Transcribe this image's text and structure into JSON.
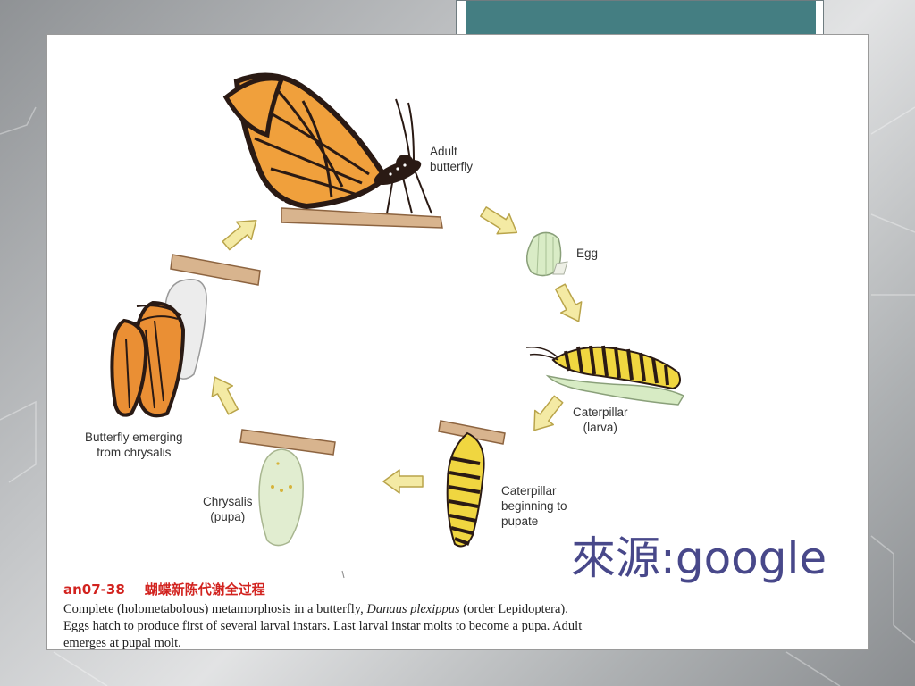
{
  "labels": {
    "adult": [
      "Adult",
      "butterfly"
    ],
    "egg": "Egg",
    "caterpillar": [
      "Caterpillar",
      "(larva)"
    ],
    "pupate": [
      "Caterpillar",
      "beginning to",
      "pupate"
    ],
    "chrysalis": [
      "Chrysalis",
      "(pupa)"
    ],
    "emerging": [
      "Butterfly emerging",
      "from chrysalis"
    ]
  },
  "source": "來源:google",
  "figure": {
    "code": "an07-38",
    "chinese_title": "蝴蝶新陈代谢全过程",
    "caption_line1_a": "Complete (holometabolous) metamorphosis in a butterfly, ",
    "caption_line1_species": "Danaus plexippus",
    "caption_line1_b": " (order Lepidoptera).",
    "caption_line2": "Eggs hatch to produce first of several larval instars. Last larval instar molts to become a pupa. Adult",
    "caption_line3": "emerges at pupal molt."
  },
  "colors": {
    "title_bar": "#447e82",
    "arrow_fill": "#f4eaa4",
    "arrow_stroke": "#b9a44a",
    "wing_orange": "#f0a03c",
    "source_text": "#48488a",
    "figure_code": "#d2231f"
  }
}
